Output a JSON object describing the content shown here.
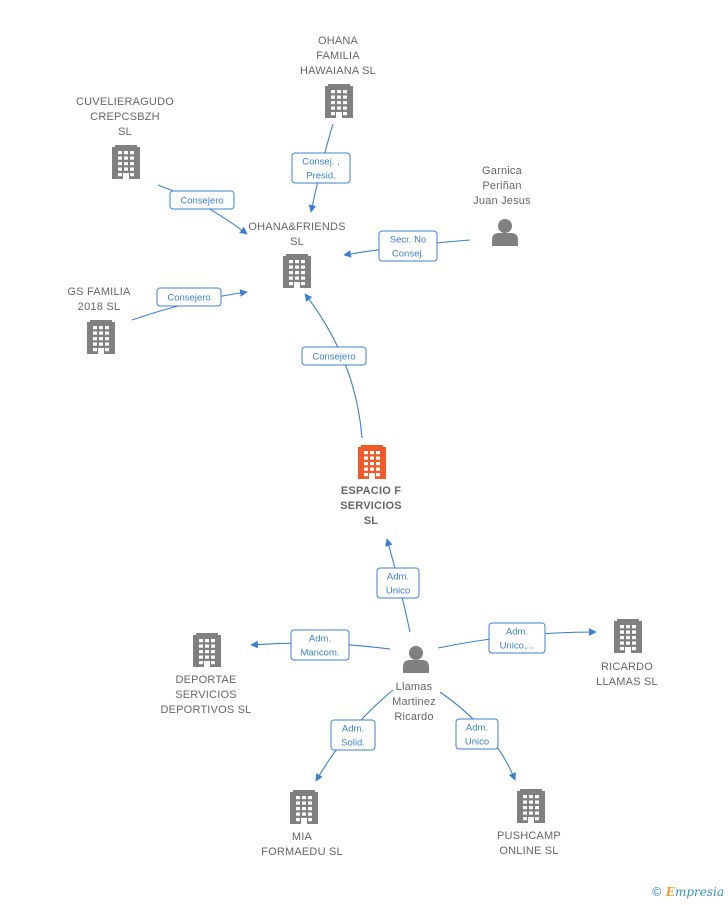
{
  "colors": {
    "building": "#808080",
    "highlight": "#f05a28",
    "edge": "#3b7fd1",
    "person": "#808080"
  },
  "nodes": [
    {
      "id": "ohana_hawaiana",
      "type": "company",
      "lines": [
        "OHANA",
        "FAMILIA",
        "HAWAIANA  SL"
      ]
    },
    {
      "id": "cuvelier",
      "type": "company",
      "lines": [
        "CUVELIERAGUDO",
        "CREPCSBZH",
        "SL"
      ]
    },
    {
      "id": "garnica",
      "type": "person",
      "lines": [
        "Garnica",
        "Periñan",
        "Juan Jesus"
      ]
    },
    {
      "id": "ohana_friends",
      "type": "company",
      "lines": [
        "OHANA&FRIENDS",
        "SL"
      ]
    },
    {
      "id": "gs_familia",
      "type": "company",
      "lines": [
        "GS FAMILIA",
        "2018  SL"
      ]
    },
    {
      "id": "espacio",
      "type": "company",
      "highlight": true,
      "lines": [
        "ESPACIO F",
        "SERVICIOS",
        "SL"
      ]
    },
    {
      "id": "deportae",
      "type": "company",
      "lines": [
        "DEPORTAE",
        "SERVICIOS",
        "DEPORTIVOS SL"
      ]
    },
    {
      "id": "llamas",
      "type": "person",
      "lines": [
        "Llamas",
        "Martinez",
        "Ricardo"
      ]
    },
    {
      "id": "ricardo_llamas",
      "type": "company",
      "lines": [
        "RICARDO",
        "LLAMAS  SL"
      ]
    },
    {
      "id": "mia",
      "type": "company",
      "lines": [
        "MIA",
        "FORMAEDU  SL"
      ]
    },
    {
      "id": "pushcamp",
      "type": "company",
      "lines": [
        "PUSHCAMP",
        "ONLINE  SL"
      ]
    }
  ],
  "edges": [
    {
      "from": "ohana_hawaiana",
      "to": "ohana_friends",
      "lines": [
        "Consej. ,",
        "Presid."
      ]
    },
    {
      "from": "cuvelier",
      "to": "ohana_friends",
      "lines": [
        "Consejero"
      ]
    },
    {
      "from": "garnica",
      "to": "ohana_friends",
      "lines": [
        "Secr.  No",
        "Consej."
      ]
    },
    {
      "from": "gs_familia",
      "to": "ohana_friends",
      "lines": [
        "Consejero"
      ]
    },
    {
      "from": "espacio",
      "to": "ohana_friends",
      "lines": [
        "Consejero"
      ]
    },
    {
      "from": "llamas",
      "to": "espacio",
      "lines": [
        "Adm.",
        "Unico"
      ]
    },
    {
      "from": "llamas",
      "to": "deportae",
      "lines": [
        "Adm.",
        "Mancom."
      ]
    },
    {
      "from": "llamas",
      "to": "ricardo_llamas",
      "lines": [
        "Adm.",
        "Unico,..."
      ]
    },
    {
      "from": "llamas",
      "to": "mia",
      "lines": [
        "Adm.",
        "Solid."
      ]
    },
    {
      "from": "llamas",
      "to": "pushcamp",
      "lines": [
        "Adm.",
        "Unico"
      ]
    }
  ],
  "watermark": {
    "symbol": "©",
    "brand_initial": "E",
    "brand_rest": "mpresia"
  }
}
